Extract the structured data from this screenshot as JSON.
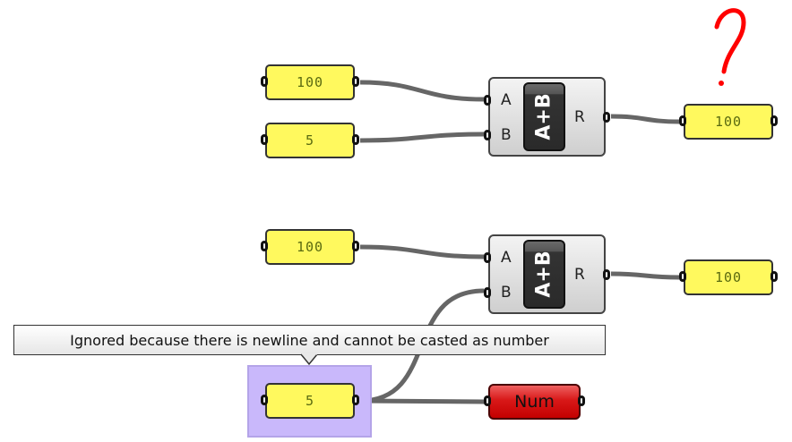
{
  "top_example": {
    "input_a": "100",
    "input_b": "5",
    "component_label": "A+B",
    "pin_a": "A",
    "pin_b": "B",
    "pin_r": "R",
    "output": "100",
    "annotation": "?"
  },
  "bottom_example": {
    "input_a": "100",
    "input_b": "5",
    "component_label": "A+B",
    "pin_a": "A",
    "pin_b": "B",
    "pin_r": "R",
    "output": "100",
    "tooltip": "Ignored because there is newline and cannot be casted as number",
    "num_param": "Num"
  },
  "colors": {
    "panel": "#fff95e",
    "wire": "#666666",
    "selection": "#c9b8fb",
    "num_param": "#d81818",
    "annotation": "#ff0000"
  }
}
